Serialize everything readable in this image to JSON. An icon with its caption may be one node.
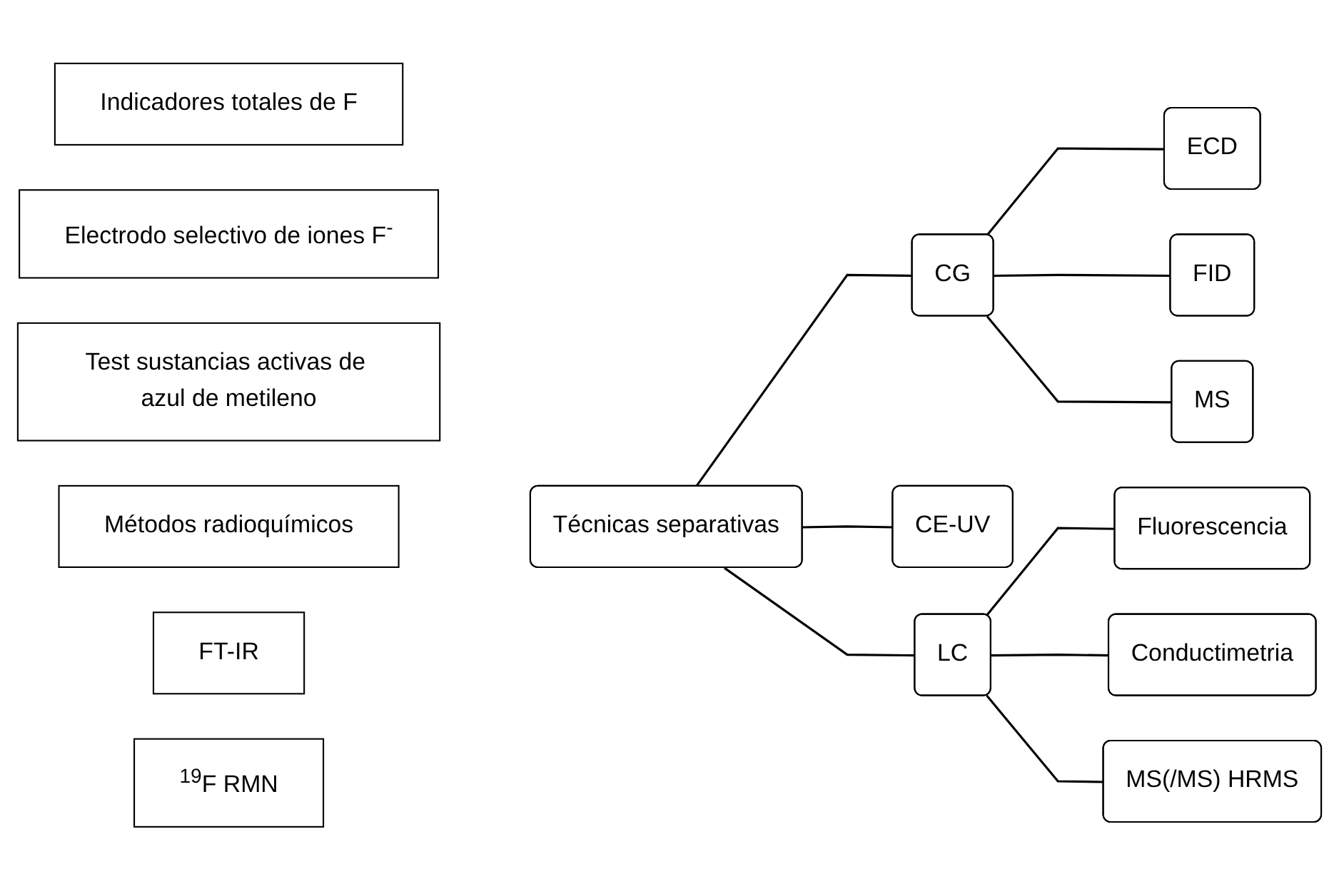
{
  "diagram": {
    "nodes": [
      {
        "text": [
          "Indicadores totales de F"
        ]
      },
      {
        "text": [
          "Electrodo selectivo de iones F$^{-}$"
        ]
      },
      {
        "text": [
          "Test sustancias activas de azul de metileno"
        ]
      },
      {
        "text": [
          "Métodos radioquímicos"
        ]
      },
      {
        "text": [
          "FT-IR"
        ]
      },
      {
        "text": [
          "$^{19}$F RMN"
        ]
      },
      {
        "text": [
          "Técnicas separativas"
        ]
      },
      {
        "text": [
          "CG"
        ]
      },
      {
        "text": [
          "ECD"
        ]
      },
      {
        "text": [
          "FID"
        ]
      },
      {
        "text": [
          "MS"
        ]
      },
      {
        "text": [
          "CE-UV"
        ]
      },
      {
        "text": [
          "LC"
        ]
      },
      {
        "text": [
          "Fluorescencia"
        ]
      },
      {
        "text": [
          "Conductimetria"
        ]
      },
      {
        "text": [
          "MS(/MS) HRMS"
        ]
      }
    ],
    "edges": [
      {
        "from": 6,
        "to": 7,
        "arrow": "none"
      },
      {
        "from": 7,
        "to": 8,
        "arrow": "none"
      },
      {
        "from": 7,
        "to": 9,
        "arrow": "none"
      },
      {
        "from": 7,
        "to": 10,
        "arrow": "none"
      },
      {
        "from": 6,
        "to": 11,
        "arrow": "none"
      },
      {
        "from": 6,
        "to": 12,
        "arrow": "none"
      },
      {
        "from": 12,
        "to": 13,
        "arrow": "none"
      },
      {
        "from": 12,
        "to": 14,
        "arrow": "none"
      },
      {
        "from": 12,
        "to": 15,
        "arrow": "none"
      }
    ]
  }
}
